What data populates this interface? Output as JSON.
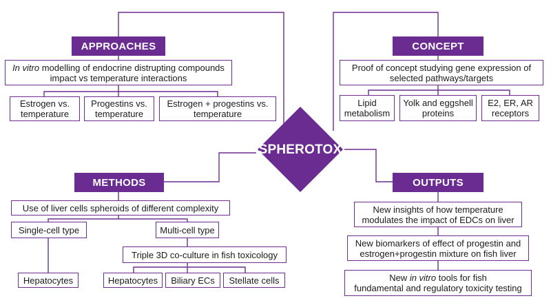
{
  "center": {
    "label": "SPHEROTOX"
  },
  "colors": {
    "accent": "#6b2c91",
    "text": "#1a1a1a",
    "background": "#ffffff"
  },
  "approaches": {
    "header": "APPROACHES",
    "main_prefix": "In vitro",
    "main_line1_rest": " modelling of endocrine distrupting compounds",
    "main_line2": "impact vs temperature interactions",
    "items": [
      {
        "line1": "Estrogen vs.",
        "line2": "temperature"
      },
      {
        "line1": "Progestins vs.",
        "line2": "temperature"
      },
      {
        "line1": "Estrogen + progestins vs.",
        "line2": "temperature"
      }
    ]
  },
  "concept": {
    "header": "CONCEPT",
    "main_line1": "Proof of concept studying gene expression of",
    "main_line2": "selected pathways/targets",
    "items": [
      {
        "line1": "Lipid",
        "line2": "metabolism"
      },
      {
        "line1": "Yolk and eggshell",
        "line2": "proteins"
      },
      {
        "line1": "E2, ER, AR",
        "line2": "receptors"
      }
    ]
  },
  "methods": {
    "header": "METHODS",
    "main": "Use of liver cells spheroids of different complexity",
    "single": "Single-cell type",
    "single_child": "Hepatocytes",
    "multi": "Multi-cell type",
    "triple": "Triple 3D co-culture in fish toxicology",
    "triple_children": [
      "Hepatocytes",
      "Biliary ECs",
      "Stellate cells"
    ]
  },
  "outputs": {
    "header": "OUTPUTS",
    "items": [
      {
        "line1": "New insights of how temperature",
        "line2": "modulates the impact of EDCs on liver"
      },
      {
        "line1": "New biomarkers of effect of progestin and",
        "line2": "estrogen+progestin mixture on fish liver"
      }
    ],
    "last_line1_pre": "New ",
    "last_line1_italic": "in vitro",
    "last_line1_post": " tools for fish",
    "last_line2": "fundamental and regulatory toxicity testing"
  }
}
